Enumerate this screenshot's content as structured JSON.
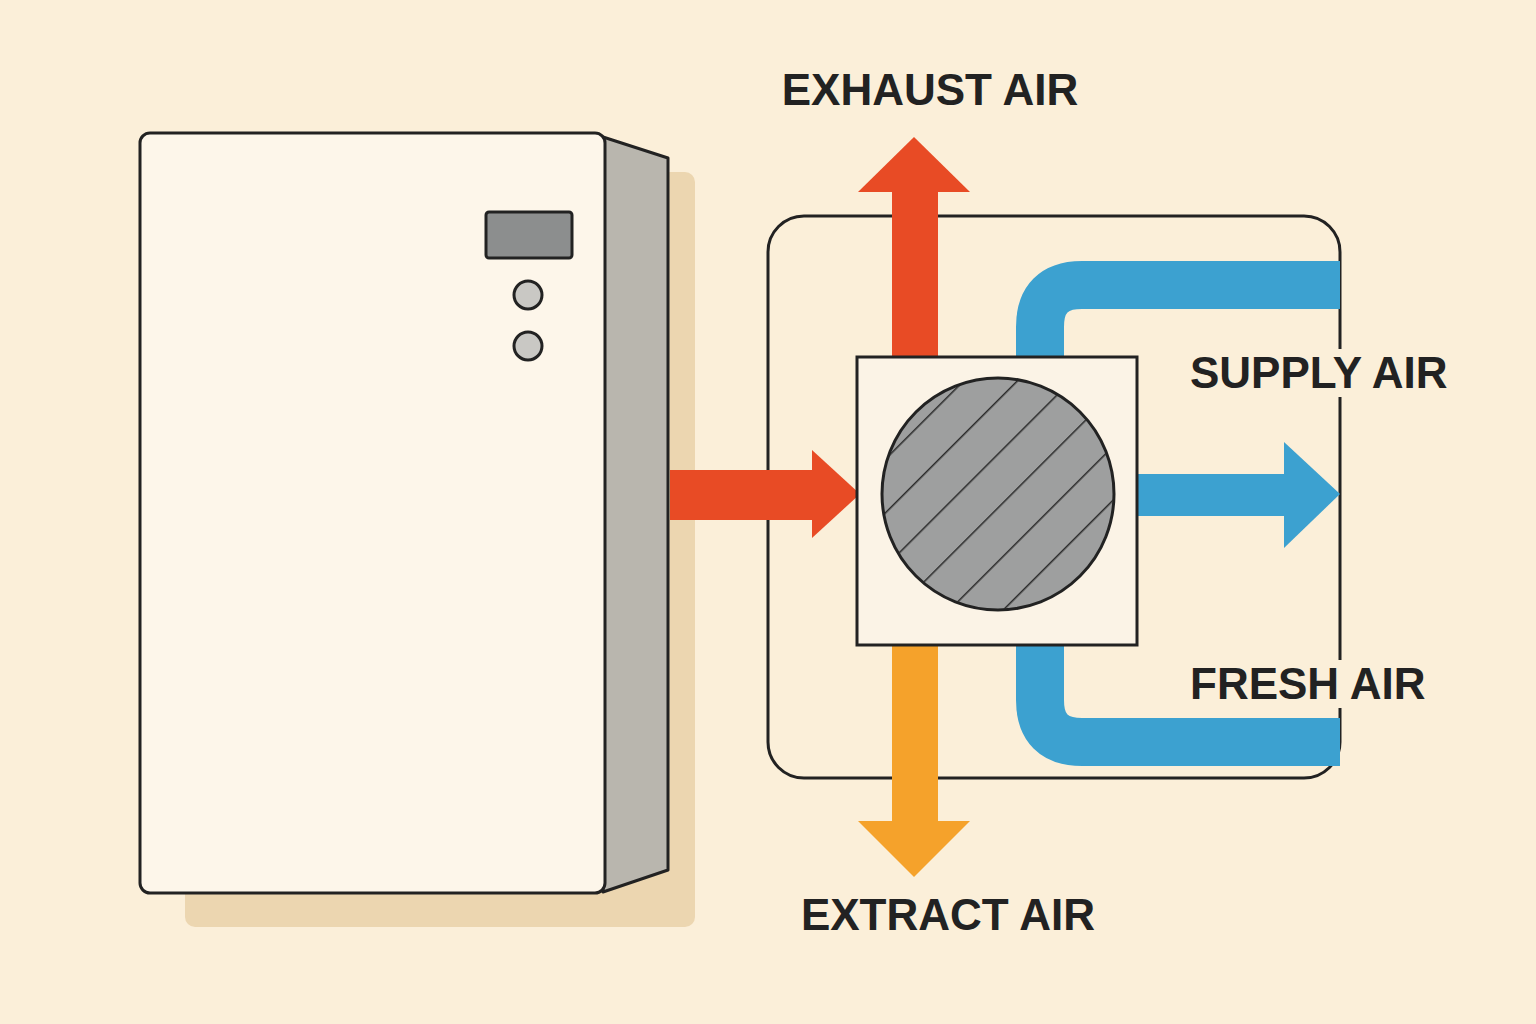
{
  "diagram": {
    "labels": [
      "EXHAUST AIR",
      "SUPPLY AIR",
      "FRESH AIR",
      "EXTRACT AIR"
    ]
  }
}
